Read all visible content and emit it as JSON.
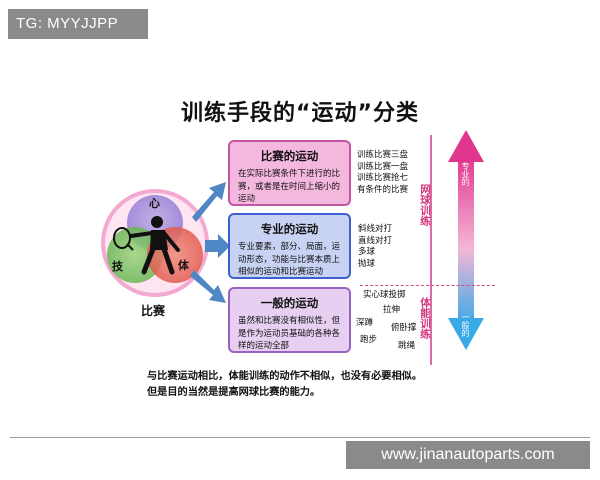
{
  "watermark_top": "TG: MYYJJPP",
  "title": "训练手段的“运动”分类",
  "venn": {
    "labels": {
      "xin": "心",
      "ji": "技",
      "ti": "体"
    },
    "caption": "比赛"
  },
  "boxes": [
    {
      "title": "比赛的运动",
      "text": "在实际比赛条件下进行的比赛，或者是在时间上缩小的运动"
    },
    {
      "title": "专业的运动",
      "text": "专业要素，部分、局面，运动形态，功能与比赛本质上相似的运动和比赛运动"
    },
    {
      "title": "一般的运动",
      "text": "虽然和比赛没有相似性，但是作为运动员基础的各种各样的运动全部"
    }
  ],
  "lists": {
    "competition": [
      "训练比赛三盘",
      "训练比赛一盘",
      "训练比赛抢七",
      "有条件的比赛"
    ],
    "specialized": [
      "斜线对打",
      "直线对打",
      "多球",
      "抛球"
    ],
    "general": [
      "实心球投掷",
      "拉伸",
      "深蹲",
      "俯卧撑",
      "跑步",
      "跳绳"
    ]
  },
  "side_labels": {
    "tennis_training": "网球训练",
    "fitness_training": "体能训练"
  },
  "arrow_labels": {
    "specialization": "专业的",
    "general": "一般的"
  },
  "footer": [
    "与比赛运动相比，体能训练的动作不相似，也没有必要相似。",
    "但是目的当然是提高网球比赛的能力。"
  ],
  "watermark_bottom": "www.jinanautoparts.com",
  "colors": {
    "pink_box": "#f4b8df",
    "blue_box": "#c8d2f3",
    "purple_box": "#e6cff0",
    "arrow_blue": "#4f86c6",
    "gradient_arrow_top": "#e0368e",
    "gradient_arrow_bottom": "#3aa9e8",
    "side_label": "#d2397f"
  }
}
